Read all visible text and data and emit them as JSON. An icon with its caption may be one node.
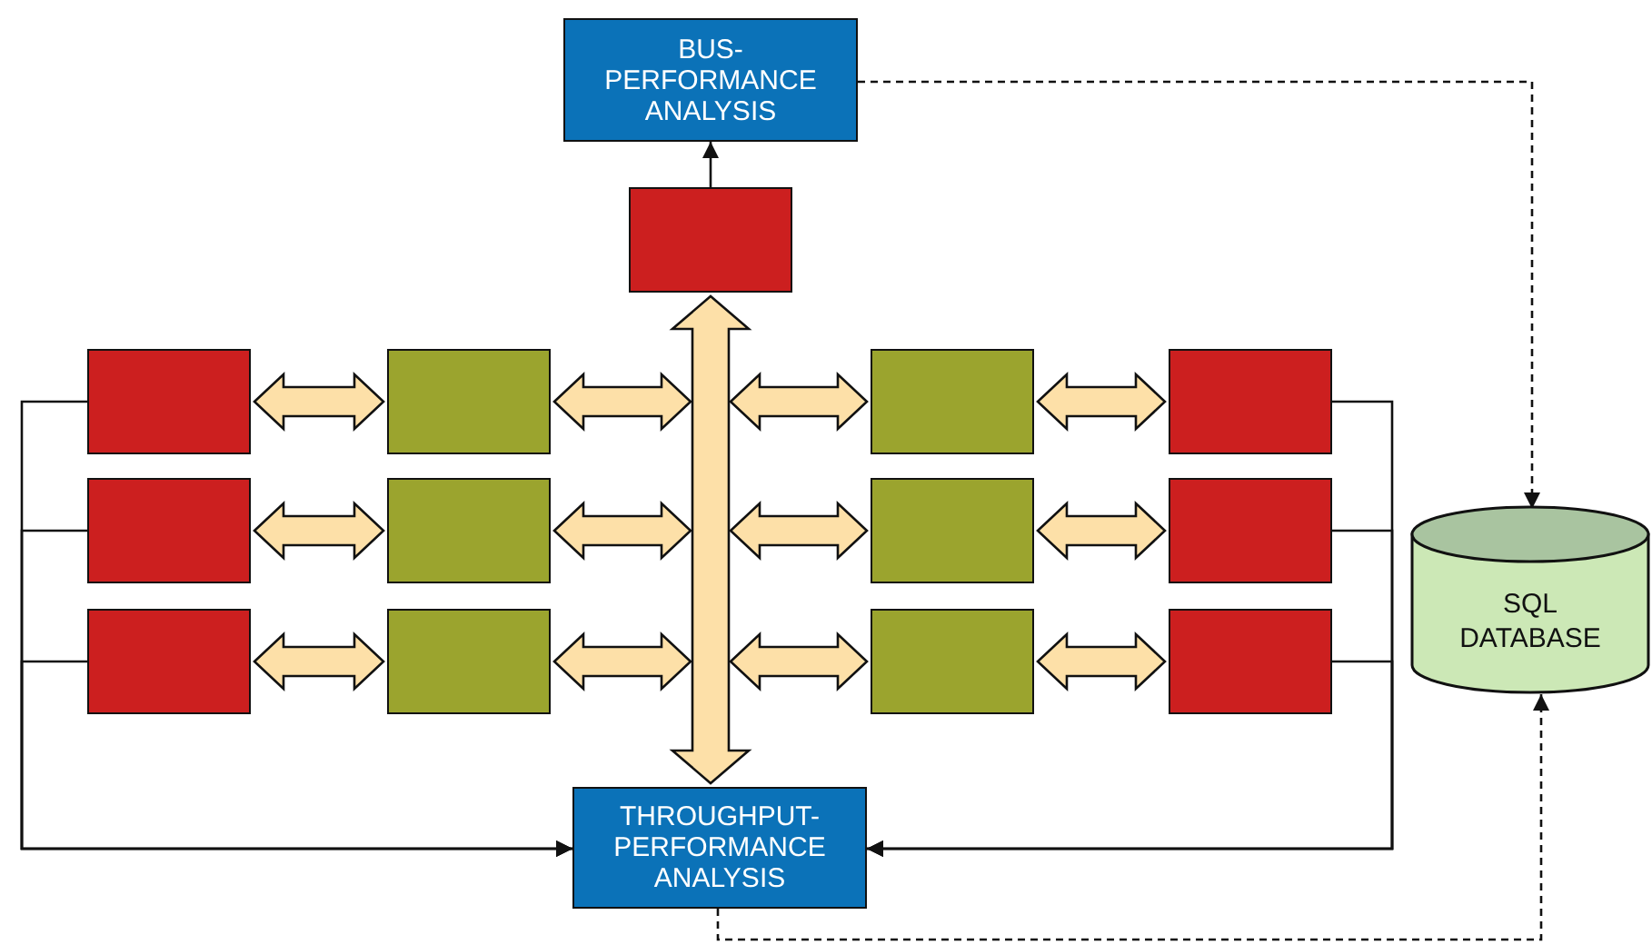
{
  "diagram": {
    "nodes": [
      {
        "text": [
          "BUS- PERFORMANCE ANALYSIS"
        ]
      },
      {
        "text": [],
        "shape": "box"
      },
      {
        "text": [],
        "shape": "box"
      },
      {
        "text": [],
        "shape": "box"
      },
      {
        "text": [],
        "shape": "box"
      },
      {
        "text": [],
        "shape": "box"
      },
      {
        "text": [],
        "shape": "box"
      },
      {
        "text": [],
        "shape": "box"
      },
      {
        "text": [],
        "shape": "box"
      },
      {
        "text": [],
        "shape": "box"
      },
      {
        "text": [],
        "shape": "box"
      },
      {
        "text": [],
        "shape": "box"
      },
      {
        "text": [],
        "shape": "box"
      },
      {
        "text": [],
        "shape": "box"
      },
      {
        "text": [
          "SQL DATABASE"
        ]
      },
      {
        "text": [
          "THROUGHPUT- PERFORMANCE ANALYSIS"
        ]
      }
    ],
    "edges": [
      {
        "from": 1,
        "to": 0,
        "arrow": "to"
      },
      {
        "from": 0,
        "to": 14,
        "arrow": "to",
        "style": "dashed"
      },
      {
        "from": 15,
        "to": 14,
        "arrow": "to",
        "style": "dashed"
      },
      {
        "from": 2,
        "to": 15,
        "arrow": "to"
      },
      {
        "from": 6,
        "to": 15,
        "arrow": "to"
      },
      {
        "from": 10,
        "to": 15,
        "arrow": "to"
      },
      {
        "from": 5,
        "to": 15,
        "arrow": "to"
      },
      {
        "from": 9,
        "to": 15,
        "arrow": "to"
      },
      {
        "from": 13,
        "to": 15,
        "arrow": "to"
      },
      {
        "from": 1,
        "to": 15,
        "arrow": "both",
        "style": "thick"
      },
      {
        "from": 2,
        "to": 3,
        "arrow": "both",
        "style": "thick"
      },
      {
        "from": 3,
        "to": null,
        "arrow": "both",
        "style": "thick"
      },
      {
        "from": null,
        "to": 4,
        "arrow": "both",
        "style": "thick"
      },
      {
        "from": 4,
        "to": 5,
        "arrow": "both",
        "style": "thick"
      },
      {
        "from": 6,
        "to": 7,
        "arrow": "both",
        "style": "thick"
      },
      {
        "from": 7,
        "to": null,
        "arrow": "both",
        "style": "thick"
      },
      {
        "from": null,
        "to": 8,
        "arrow": "both",
        "style": "thick"
      },
      {
        "from": 8,
        "to": 9,
        "arrow": "both",
        "style": "thick"
      },
      {
        "from": 10,
        "to": 11,
        "arrow": "both",
        "style": "thick"
      },
      {
        "from": 11,
        "to": null,
        "arrow": "both",
        "style": "thick"
      },
      {
        "from": null,
        "to": 12,
        "arrow": "both",
        "style": "thick"
      },
      {
        "from": 12,
        "to": 13,
        "arrow": "both",
        "style": "thick"
      }
    ]
  }
}
